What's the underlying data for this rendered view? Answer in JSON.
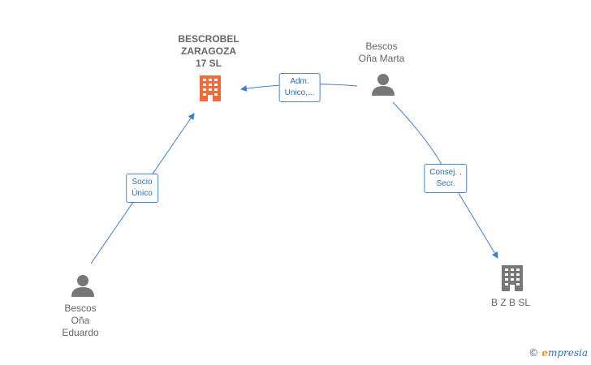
{
  "nodes": {
    "company_main": {
      "lines": [
        "BESCROBEL",
        "ZARAGOZA",
        "17  SL"
      ],
      "color": "#f26b3a"
    },
    "person_marta": {
      "lines": [
        "Bescos",
        "Oña Marta"
      ]
    },
    "person_eduardo": {
      "lines": [
        "Bescos",
        "Oña",
        "Eduardo"
      ]
    },
    "company_bzb": {
      "lines": [
        "B Z B SL"
      ],
      "color": "#777777"
    }
  },
  "edges": {
    "adm": {
      "lines": [
        "Adm.",
        "Unico,..."
      ]
    },
    "socio": {
      "lines": [
        "Socio",
        "Único"
      ]
    },
    "consej": {
      "lines": [
        "Consej. ,",
        "Secr."
      ]
    }
  },
  "colors": {
    "edge": "#3b7fd0",
    "person_icon": "#777777"
  },
  "brand": {
    "copyright": "©",
    "name_first": "e",
    "name_rest": "mpresia"
  }
}
